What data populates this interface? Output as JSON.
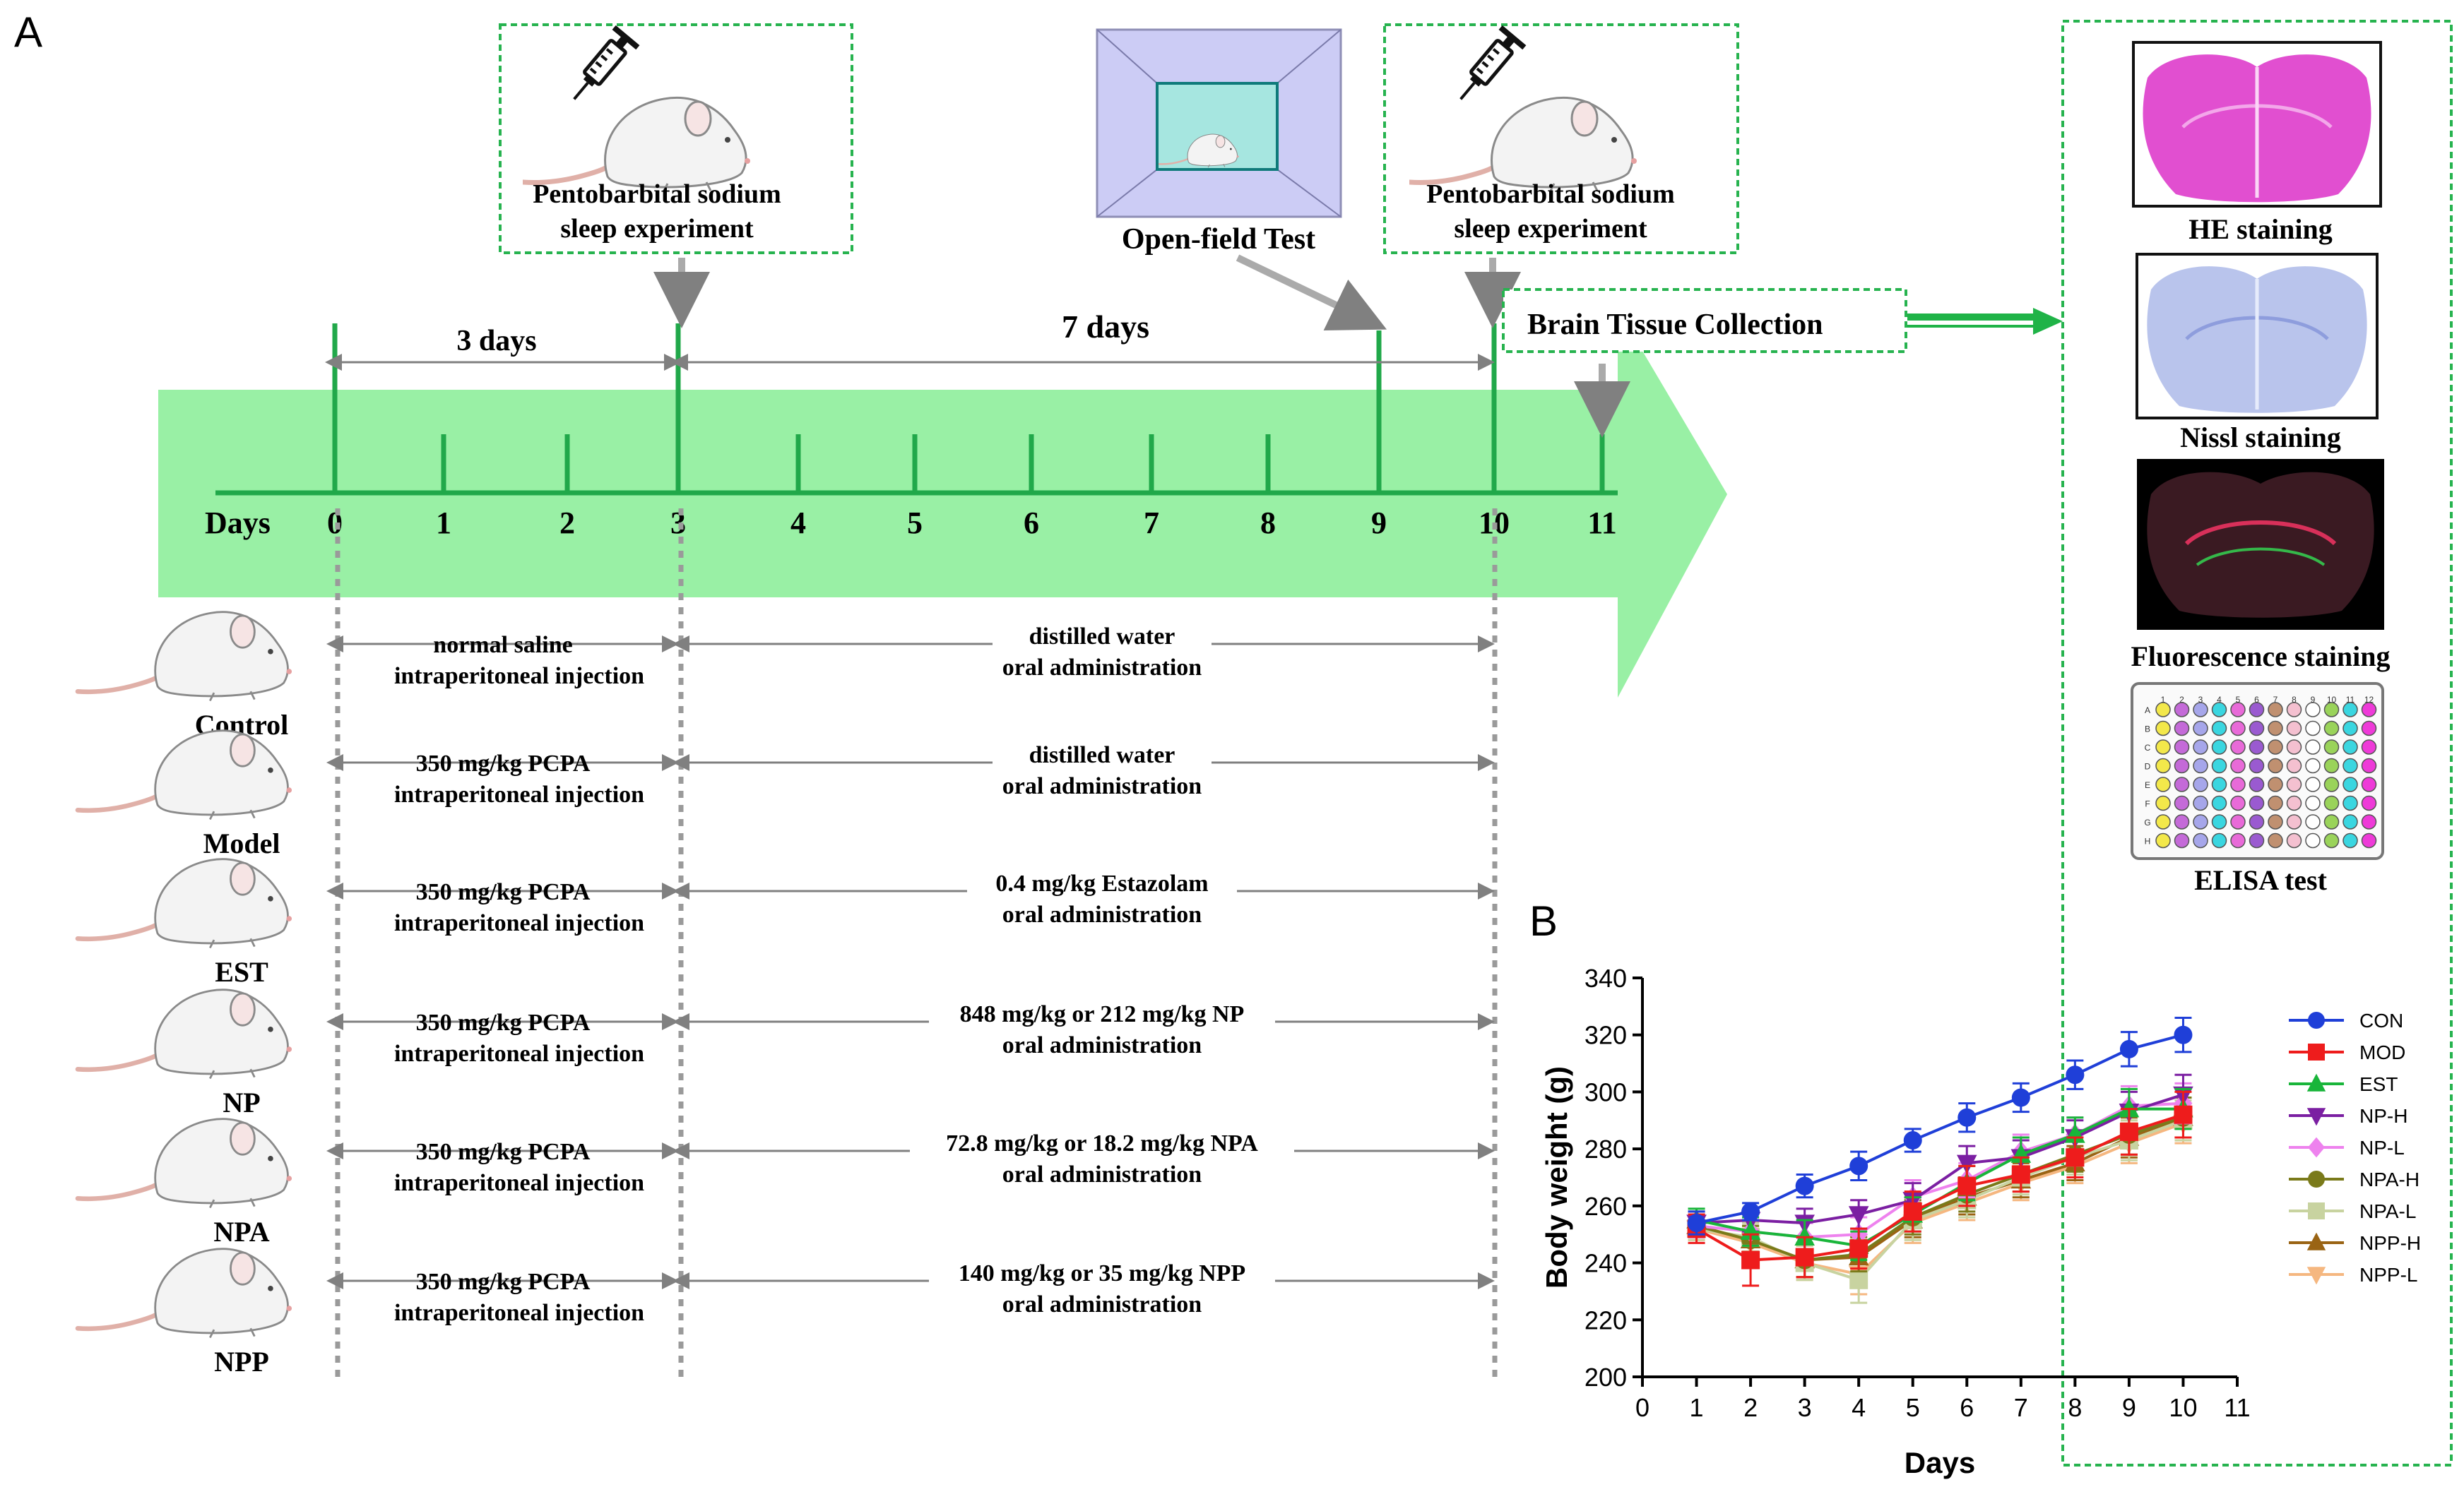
{
  "panel_a": {
    "label": "A",
    "top_boxes": {
      "sleep1": [
        "Pentobarbital sodium",
        "sleep experiment"
      ],
      "openfield": "Open-field Test",
      "sleep2": [
        "Pentobarbital sodium",
        "sleep experiment"
      ],
      "brain": "Brain Tissue Collection"
    },
    "timeline": {
      "axis_label": "Days",
      "days": [
        "0",
        "1",
        "2",
        "3",
        "4",
        "5",
        "6",
        "7",
        "8",
        "9",
        "10",
        "11"
      ],
      "span1": "3 days",
      "span2": "7 days"
    },
    "groups": [
      {
        "name": "Control",
        "left": [
          "normal saline",
          "intraperitoneal injection"
        ],
        "right": [
          "distilled water",
          "oral administration"
        ]
      },
      {
        "name": "Model",
        "left": [
          "350 mg/kg PCPA",
          "intraperitoneal injection"
        ],
        "right": [
          "distilled water",
          "oral administration"
        ]
      },
      {
        "name": "EST",
        "left": [
          "350 mg/kg PCPA",
          "intraperitoneal injection"
        ],
        "right": [
          "0.4 mg/kg Estazolam",
          "oral administration"
        ]
      },
      {
        "name": "NP",
        "left": [
          "350 mg/kg PCPA",
          "intraperitoneal injection"
        ],
        "right": [
          "848 mg/kg or 212 mg/kg NP",
          "oral administration"
        ]
      },
      {
        "name": "NPA",
        "left": [
          "350 mg/kg PCPA",
          "intraperitoneal injection"
        ],
        "right": [
          "72.8 mg/kg or 18.2 mg/kg NPA",
          "oral administration"
        ]
      },
      {
        "name": "NPP",
        "left": [
          "350 mg/kg PCPA",
          "intraperitoneal injection"
        ],
        "right": [
          "140 mg/kg or 35 mg/kg NPP",
          "oral administration"
        ]
      }
    ],
    "analyses": [
      "HE staining",
      "Nissl staining",
      "Fluorescence staining",
      "ELISA test"
    ],
    "plate_cols": [
      "1",
      "2",
      "3",
      "4",
      "5",
      "6",
      "7",
      "8",
      "9",
      "10",
      "11",
      "12"
    ],
    "plate_rows": [
      "A",
      "B",
      "C",
      "D",
      "E",
      "F",
      "G",
      "H"
    ]
  },
  "panel_b": {
    "label": "B"
  },
  "chart_data": {
    "type": "line",
    "title": "",
    "xlabel": "Days",
    "ylabel": "Body weight (g)",
    "xlim": [
      0,
      11
    ],
    "ylim": [
      200,
      340
    ],
    "xticks": [
      "0",
      "1",
      "2",
      "3",
      "4",
      "5",
      "6",
      "7",
      "8",
      "9",
      "10",
      "11"
    ],
    "yticks": [
      "200",
      "220",
      "240",
      "260",
      "280",
      "300",
      "320",
      "340"
    ],
    "x": [
      1,
      2,
      3,
      4,
      5,
      6,
      7,
      8,
      9,
      10
    ],
    "legend_position": "right",
    "series": [
      {
        "name": "CON",
        "color": "#1f3fd8",
        "marker": "circle",
        "values": [
          254,
          258,
          267,
          274,
          283,
          291,
          298,
          306,
          315,
          320
        ],
        "err": [
          4,
          3,
          4,
          5,
          4,
          5,
          5,
          5,
          6,
          6
        ]
      },
      {
        "name": "MOD",
        "color": "#ee1c1c",
        "marker": "square",
        "values": [
          252,
          241,
          242,
          245,
          258,
          267,
          271,
          277,
          286,
          292
        ],
        "err": [
          5,
          9,
          7,
          7,
          7,
          7,
          6,
          7,
          8,
          8
        ]
      },
      {
        "name": "EST",
        "color": "#19b53a",
        "marker": "triangle-up",
        "values": [
          255,
          251,
          249,
          246,
          257,
          268,
          278,
          285,
          294,
          294
        ],
        "err": [
          4,
          5,
          6,
          5,
          6,
          6,
          6,
          6,
          7,
          7
        ]
      },
      {
        "name": "NP-H",
        "color": "#7b1fa2",
        "marker": "triangle-down",
        "values": [
          254,
          255,
          254,
          257,
          262,
          275,
          277,
          284,
          293,
          299
        ],
        "err": [
          4,
          4,
          5,
          5,
          6,
          6,
          6,
          6,
          7,
          7
        ]
      },
      {
        "name": "NP-L",
        "color": "#ee82ee",
        "marker": "diamond",
        "values": [
          253,
          251,
          249,
          250,
          263,
          269,
          279,
          285,
          295,
          296
        ],
        "err": [
          4,
          5,
          5,
          6,
          6,
          6,
          6,
          6,
          7,
          7
        ]
      },
      {
        "name": "NPA-H",
        "color": "#7a7a1a",
        "marker": "circle",
        "values": [
          253,
          248,
          241,
          243,
          256,
          264,
          271,
          278,
          285,
          291
        ],
        "err": [
          4,
          5,
          6,
          6,
          6,
          6,
          6,
          6,
          7,
          7
        ]
      },
      {
        "name": "NPA-L",
        "color": "#c8d3a0",
        "marker": "square",
        "values": [
          252,
          249,
          240,
          234,
          255,
          262,
          270,
          277,
          283,
          290
        ],
        "err": [
          4,
          5,
          6,
          8,
          7,
          6,
          6,
          6,
          7,
          7
        ]
      },
      {
        "name": "NPP-H",
        "color": "#9a6414",
        "marker": "triangle-up",
        "values": [
          253,
          248,
          241,
          242,
          255,
          263,
          269,
          275,
          284,
          291
        ],
        "err": [
          4,
          5,
          6,
          6,
          6,
          6,
          6,
          6,
          7,
          7
        ]
      },
      {
        "name": "NPP-L",
        "color": "#f5b780",
        "marker": "triangle-down",
        "values": [
          252,
          247,
          240,
          236,
          254,
          261,
          268,
          274,
          282,
          289
        ],
        "err": [
          4,
          5,
          6,
          7,
          7,
          6,
          6,
          6,
          7,
          7
        ]
      }
    ]
  }
}
